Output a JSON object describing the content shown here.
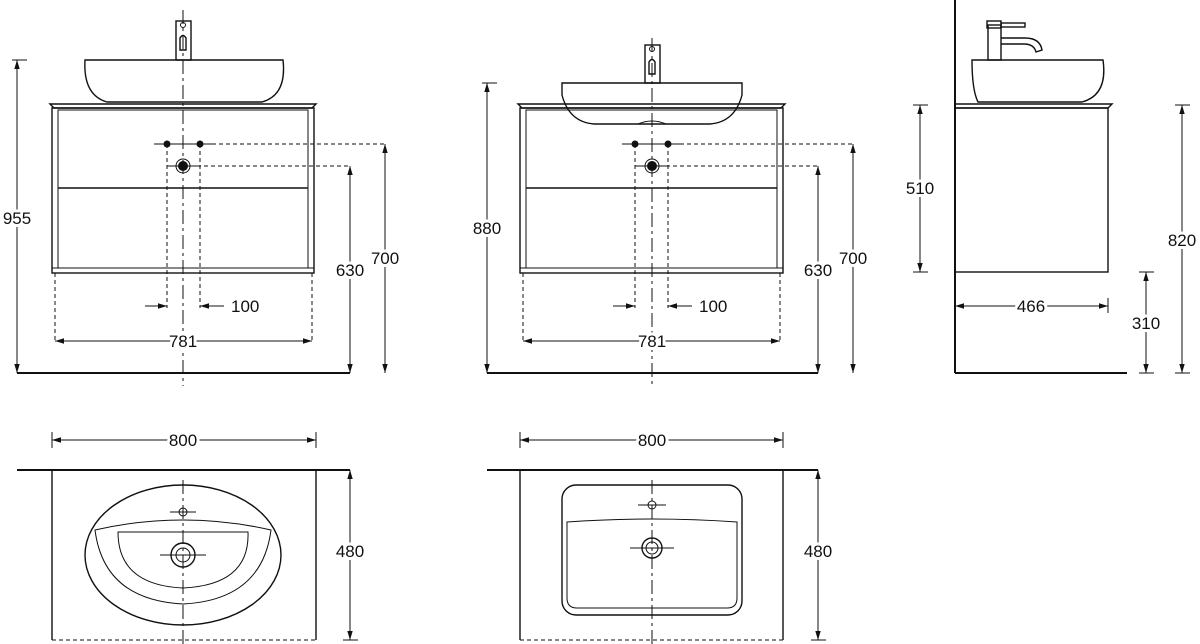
{
  "front_view_vessel": {
    "total_height": "955",
    "waste_height": "630",
    "tap_height": "700",
    "tap_spacing": "100",
    "cabinet_width": "781"
  },
  "front_view_inset": {
    "total_height": "880",
    "waste_height": "630",
    "tap_height": "700",
    "tap_spacing": "100",
    "cabinet_width": "781"
  },
  "side_view": {
    "cabinet_height": "510",
    "total_height": "820",
    "depth": "466",
    "floor_clearance": "310"
  },
  "plan_view_vessel": {
    "width": "800",
    "depth": "480"
  },
  "plan_view_inset": {
    "width": "800",
    "depth": "480"
  }
}
